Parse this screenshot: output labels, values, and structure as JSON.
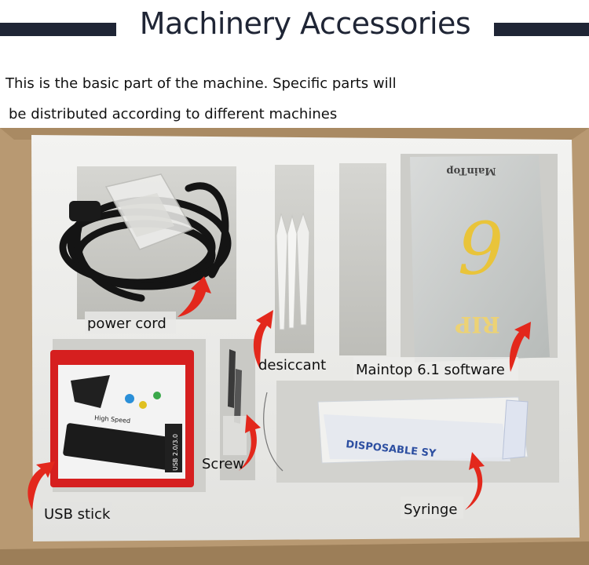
{
  "title": "Machinery Accessories",
  "description": {
    "line1": "This is the basic part of the machine. Specific parts  will",
    "line2": "be distributed according to different machines"
  },
  "labels": {
    "power_cord": "power cord",
    "desiccant": "desiccant",
    "software": "Maintop 6.1 software",
    "screw": "Screw",
    "usb_stick": "USB stick",
    "syringe": "Syringe"
  },
  "printed": {
    "book_logo": "MainTop",
    "book_number": "6",
    "book_rip": "RIP",
    "usb_card_text": "High Speed",
    "usb_card_badge": "USB 2.0/3.0",
    "syringe_bag_text": "DISPOSABLE SY"
  },
  "colors": {
    "title": "#1f2535",
    "arrow": "#e3281c",
    "cardboard": "#b89972",
    "foam": "#ecece9",
    "usb_card": "#d61f1f"
  }
}
